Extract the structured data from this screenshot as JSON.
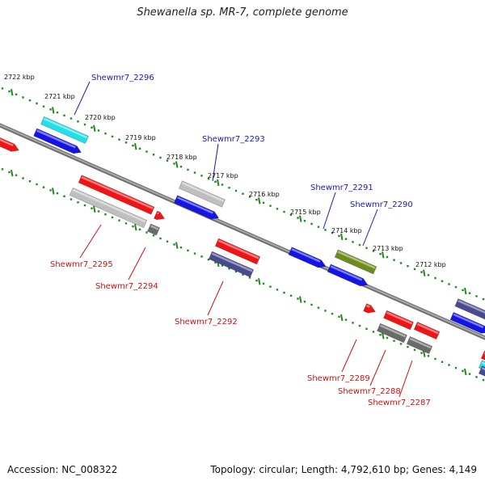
{
  "title": "Shewanella sp. MR-7, complete genome",
  "footer": {
    "accession": "Accession: NC_008322",
    "summary": "Topology: circular; Length: 4,792,610 bp; Genes: 4,149"
  },
  "ruler_labels": [
    "2722 kbp",
    "2721 kbp",
    "2720 kbp",
    "2719 kbp",
    "2718 kbp",
    "2717 kbp",
    "2716 kbp",
    "2715 kbp",
    "2714 kbp",
    "2713 kbp",
    "2712 kbp"
  ],
  "gene_labels": {
    "top": [
      "Shewmr7_2296",
      "Shewmr7_2293",
      "Shewmr7_2291",
      "Shewmr7_2290"
    ],
    "bottom": [
      "Shewmr7_2295",
      "Shewmr7_2294",
      "Shewmr7_2292",
      "Shewmr7_2289",
      "Shewmr7_2288",
      "Shewmr7_2287"
    ]
  },
  "colors": {
    "backbone": "#8a8a8a",
    "tick": "#1e8a1e",
    "top_label": "#1a1ab4",
    "bottom_label": "#cc1111",
    "cyan": "#22e0e8",
    "blue": "#1414e6",
    "red": "#f01414",
    "gray": "#bfbfbf",
    "darkgray": "#6a6a6a",
    "purple": "#4a4a90",
    "olive": "#6e8c1e"
  }
}
